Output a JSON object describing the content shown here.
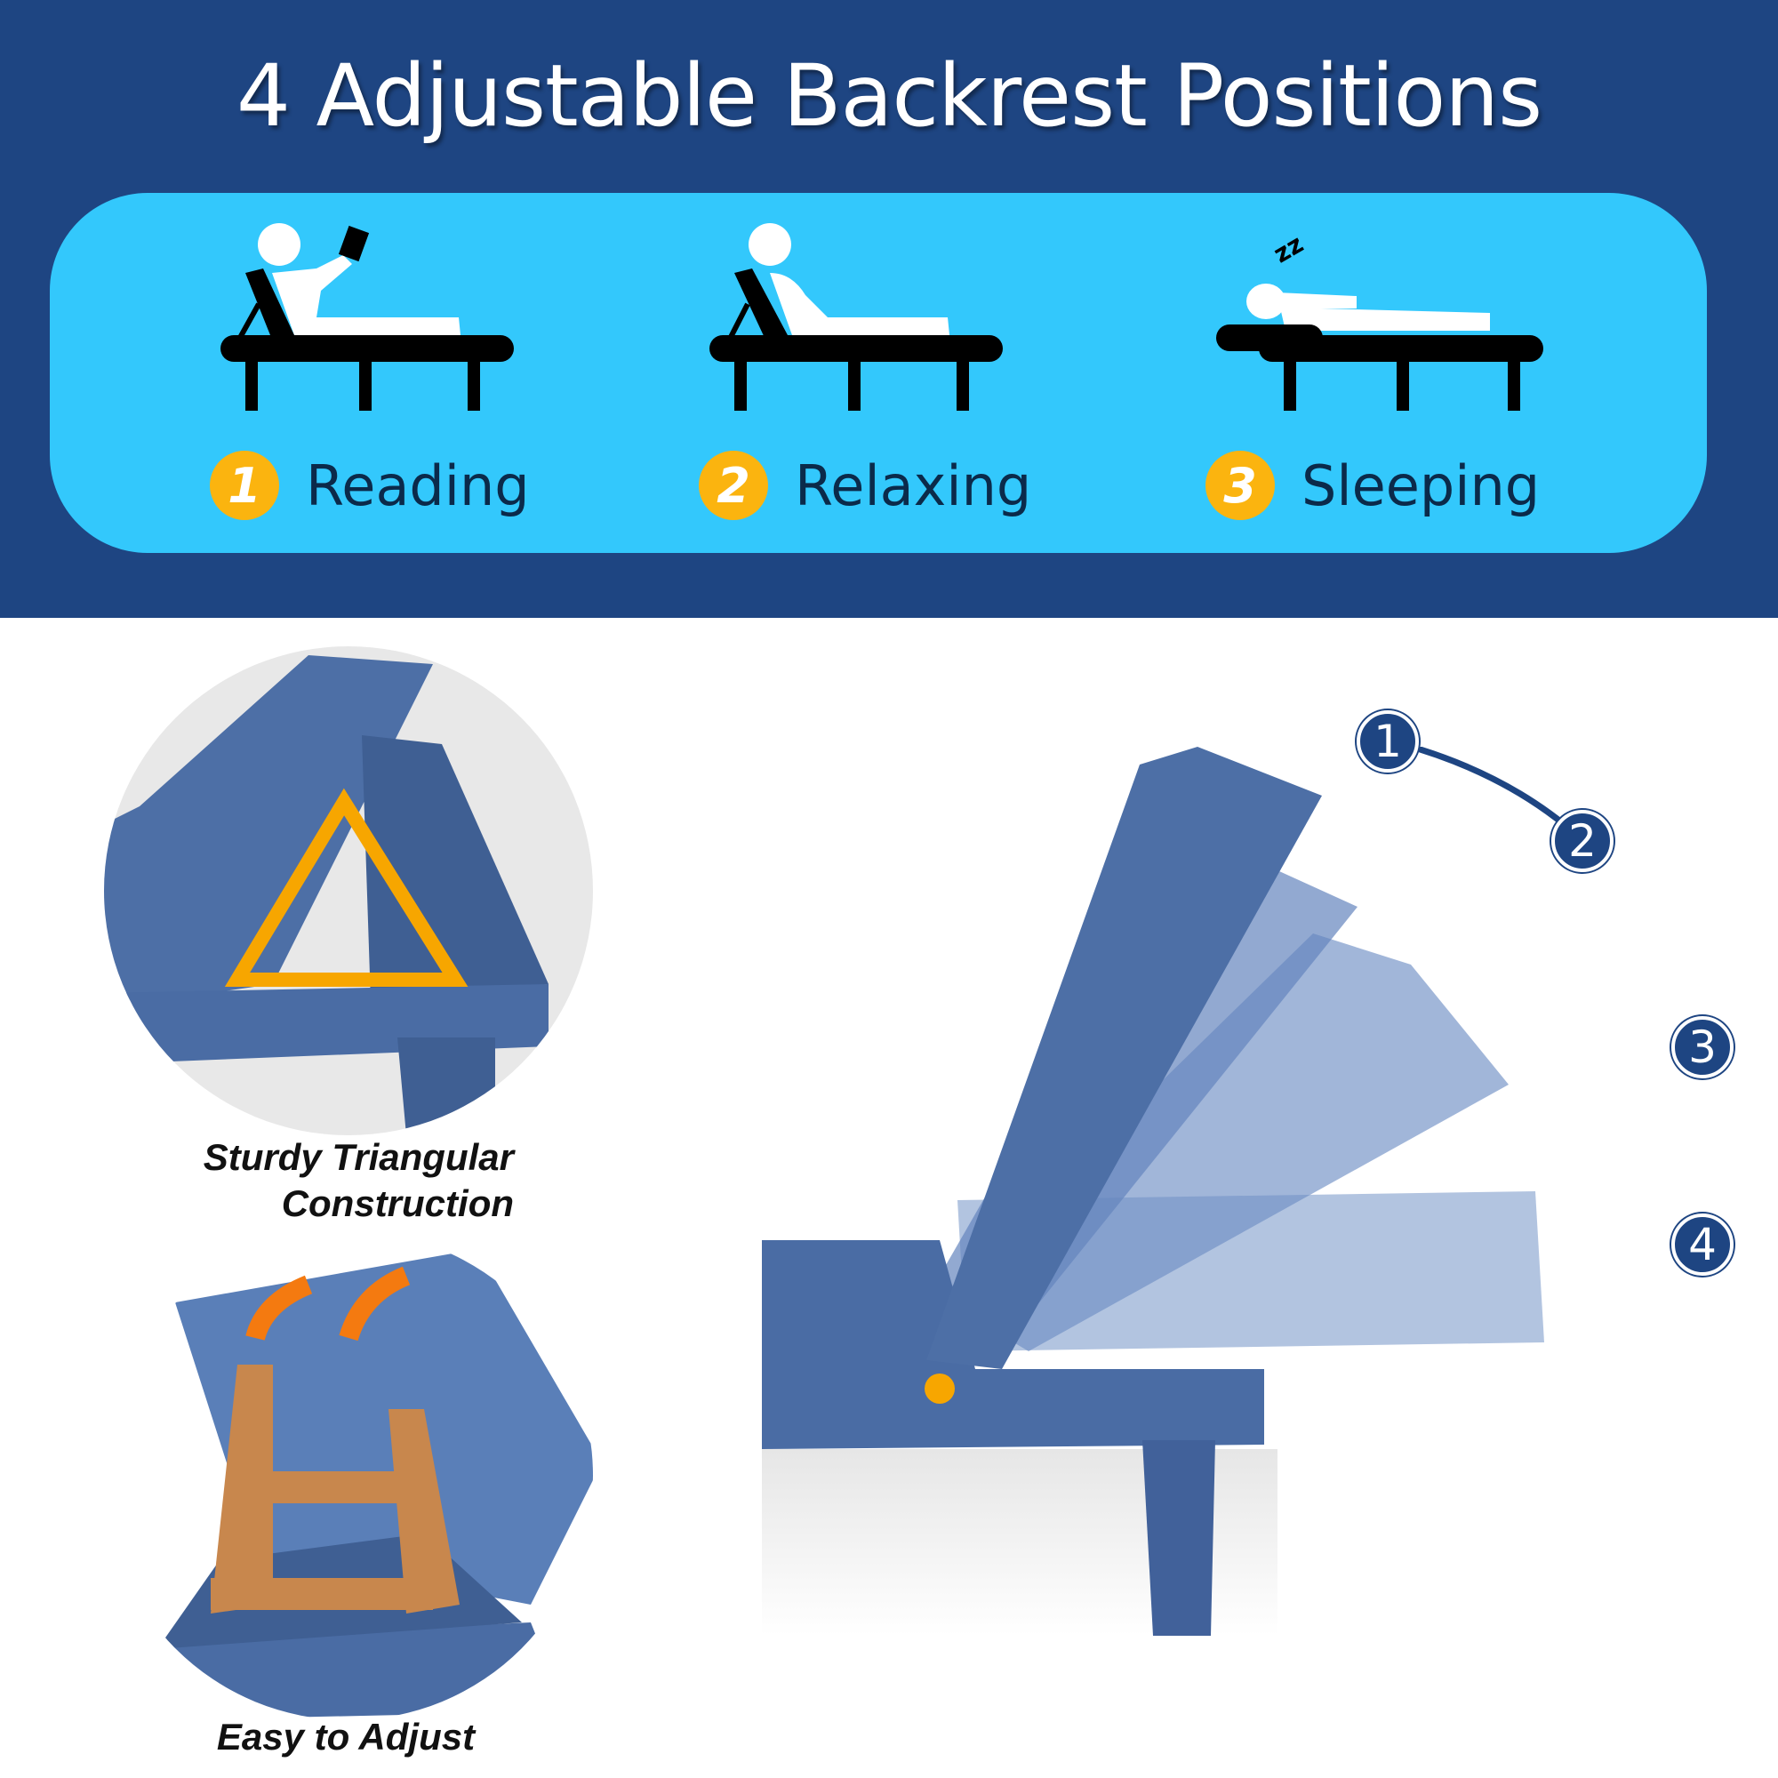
{
  "title": "4 Adjustable Backrest Positions",
  "modes": [
    {
      "number": "1",
      "label": "Reading",
      "icon": "reading-person-icon"
    },
    {
      "number": "2",
      "label": "Relaxing",
      "icon": "relaxing-person-icon"
    },
    {
      "number": "3",
      "label": "Sleeping",
      "icon": "sleeping-person-icon"
    }
  ],
  "captions": {
    "triangular_line1": "Sturdy Triangular",
    "triangular_line2": "Construction",
    "adjust": "Easy to Adjust"
  },
  "positions": [
    "1",
    "2",
    "3",
    "4"
  ],
  "colors": {
    "banner": "#1e4582",
    "pill": "#33c8fc",
    "badge": "#fbb40f",
    "chair": "#4a6ea8",
    "accent": "#f7a600"
  }
}
